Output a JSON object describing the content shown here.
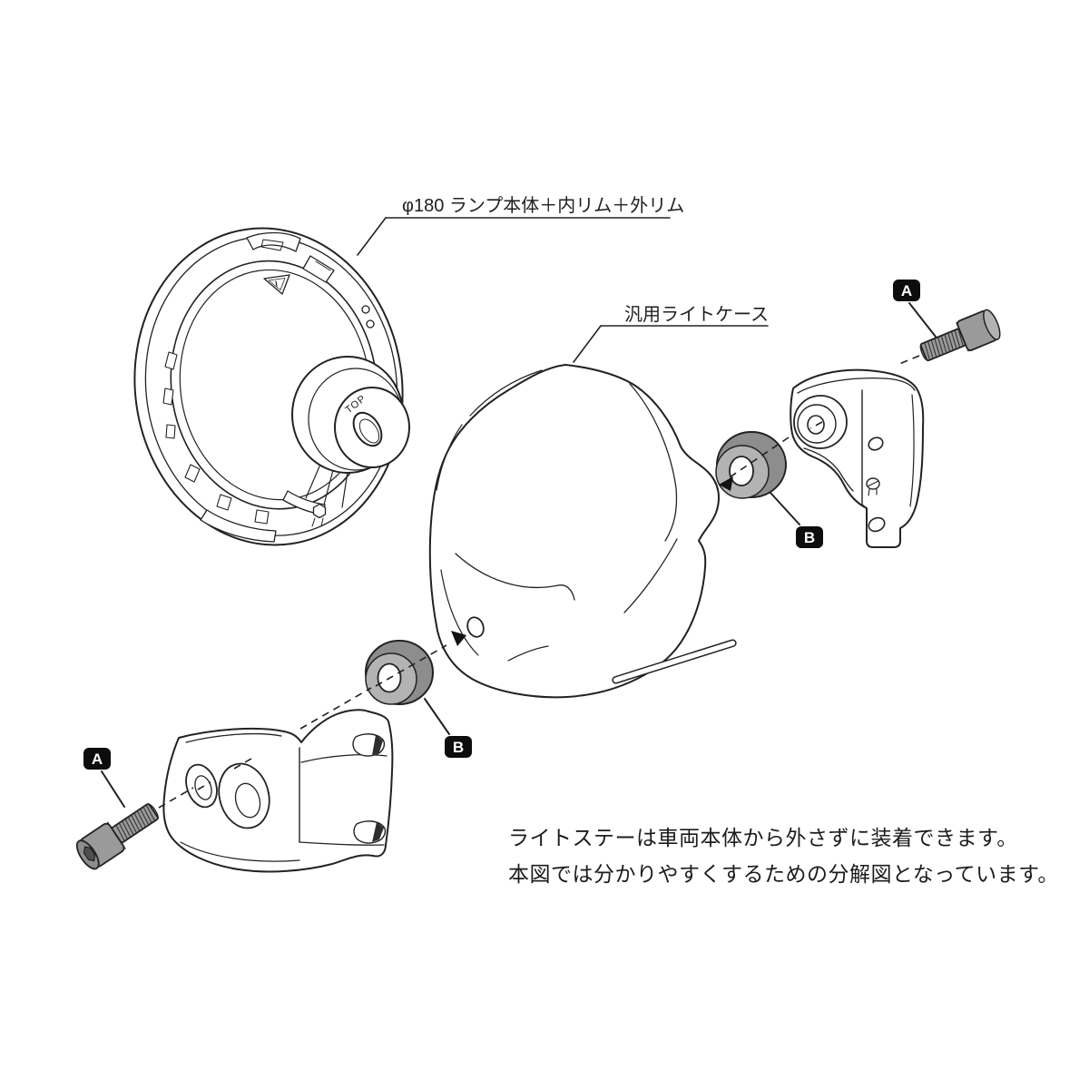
{
  "diagram": {
    "callouts": {
      "lamp_assembly": "φ180 ランプ本体＋内リム＋外リム",
      "light_case": "汎用ライトケース"
    },
    "badges": {
      "a": "A",
      "b": "B"
    },
    "markings": {
      "top": "TOP"
    },
    "notes": {
      "line1": "ライトステーは車両本体から外さずに装着できます。",
      "line2": "本図では分かりやすくするための分解図となっています。"
    },
    "colors": {
      "background": "#ffffff",
      "line": "#222222",
      "metal": "#9a9a9a",
      "metal_dark": "#8d8d8d",
      "badge_bg": "#0d0d0d",
      "badge_text": "#ffffff"
    }
  }
}
